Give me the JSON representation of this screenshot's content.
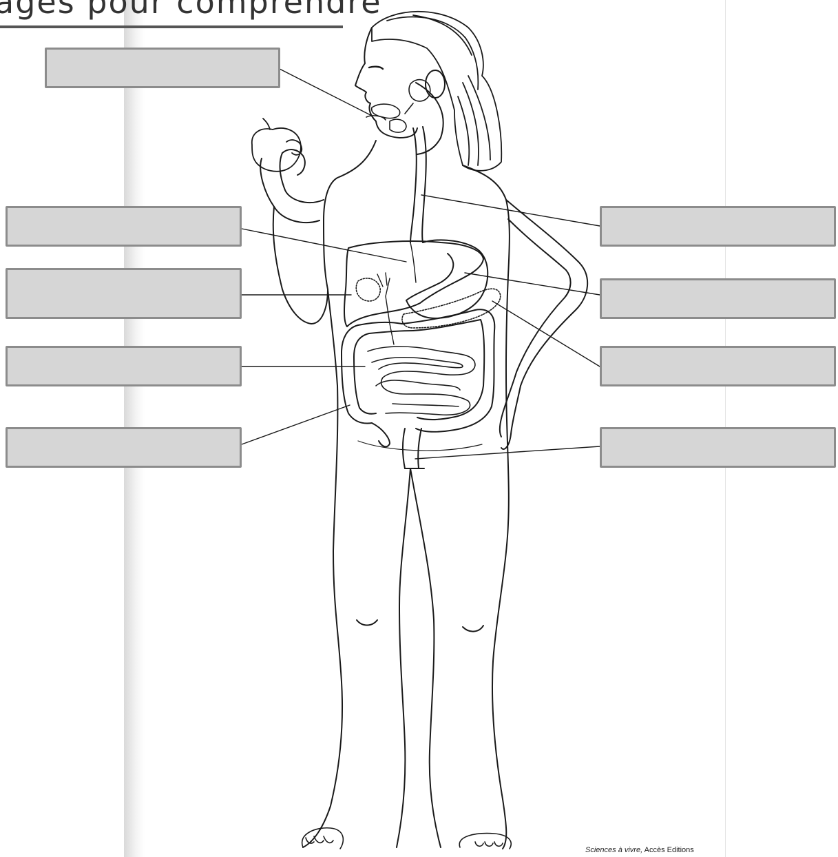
{
  "title": "ages pour comprendre",
  "credit": {
    "book": "Sciences à vivre,",
    "publisher": "Accès Editions"
  },
  "labels": {
    "mouth": "",
    "left": [
      "",
      "",
      "",
      ""
    ],
    "right": [
      "",
      "",
      "",
      ""
    ]
  },
  "colors": {
    "label_fill": "#d6d6d6",
    "label_border": "#8c8c8c",
    "ink": "#1a1a1a"
  }
}
